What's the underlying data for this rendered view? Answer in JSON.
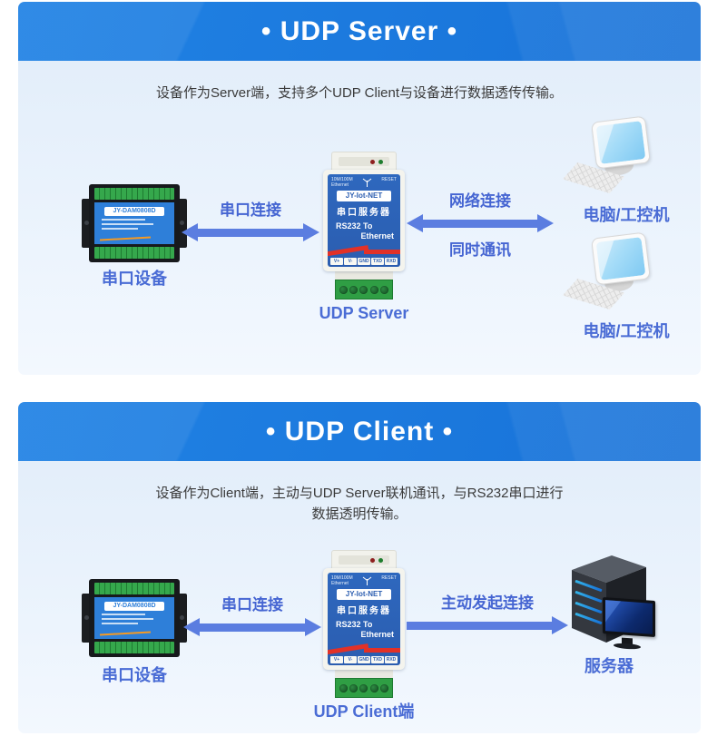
{
  "colors": {
    "header_blue_start": "#2082e4",
    "header_blue_end": "#1872d8",
    "body_light_blue": "#e9f2fb",
    "arrow_blue": "#5b7de0",
    "label_blue": "#4a6cd5",
    "device_panel_blue": "#2d66bd",
    "io_panel_blue": "#2e7fd9",
    "terminal_green": "#2f9e44",
    "stripe_red": "#e23127",
    "description_text": "#3a3a3a"
  },
  "sections": [
    {
      "title": "• UDP Server •",
      "description_lines": [
        "设备作为Server端，支持多个UDP Client与设备进行数据透传传输。"
      ],
      "left_device": {
        "model": "JY-DAM0808D",
        "label": "串口设备"
      },
      "serial_link": {
        "label": "串口连接"
      },
      "middle_device": {
        "eth_line1": "10M/100M",
        "eth_line2": "Ethernet",
        "reset": "RESET",
        "brand": "JY-Iot-NET",
        "product": "串口服务器",
        "conv_line1": "RS232 To",
        "conv_line2": "Ethernet",
        "terminals": [
          "V+",
          "V-",
          "GND",
          "TXD",
          "RXD"
        ],
        "label": "UDP Server"
      },
      "net_link": {
        "label_top": "网络连接",
        "label_bottom": "同时通讯"
      },
      "right_devices": [
        {
          "label": "电脑/工控机"
        },
        {
          "label": "电脑/工控机"
        }
      ]
    },
    {
      "title": "• UDP Client •",
      "description_lines": [
        "设备作为Client端，主动与UDP Server联机通讯，与RS232串口进行",
        "数据透明传输。"
      ],
      "left_device": {
        "model": "JY-DAM0808D",
        "label": "串口设备"
      },
      "serial_link": {
        "label": "串口连接"
      },
      "middle_device": {
        "eth_line1": "10M/100M",
        "eth_line2": "Ethernet",
        "reset": "RESET",
        "brand": "JY-Iot-NET",
        "product": "串口服务器",
        "conv_line1": "RS232 To",
        "conv_line2": "Ethernet",
        "terminals": [
          "V+",
          "V-",
          "GND",
          "TXD",
          "RXD"
        ],
        "label": "UDP Client端"
      },
      "net_link": {
        "label_top": "主动发起连接"
      },
      "right_devices": [
        {
          "label": "服务器"
        }
      ]
    }
  ]
}
